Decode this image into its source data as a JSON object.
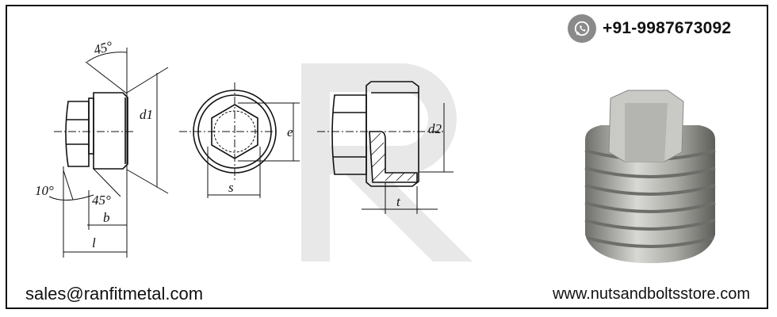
{
  "contact": {
    "phone": "+91-9987673092",
    "phone_icon": "whatsapp-icon",
    "email": "sales@ranfitmetal.com",
    "website": "www.nutsandboltsstore.com"
  },
  "drawing": {
    "labels": {
      "angle_top": "45°",
      "angle_bottom": "45°",
      "angle_10": "10°",
      "d1": "d1",
      "b": "b",
      "l": "l",
      "s": "s",
      "e": "e",
      "d2": "d2",
      "t": "t"
    }
  },
  "colors": {
    "watermark": "#e6e6e6",
    "icon_bg": "#8a8a8a",
    "text": "#111111"
  }
}
